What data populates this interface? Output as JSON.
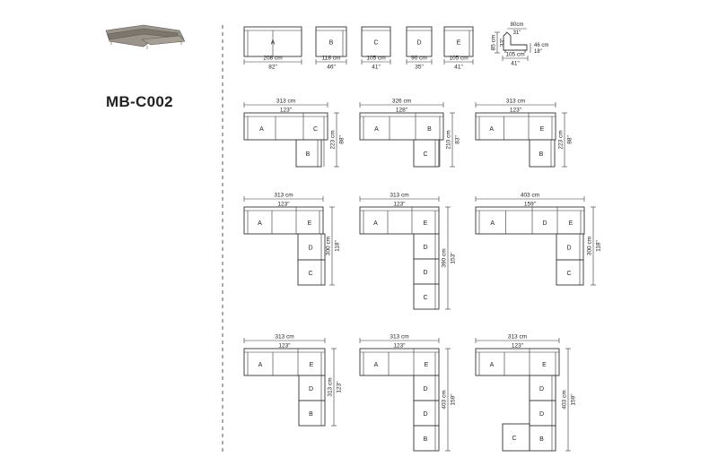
{
  "model": "MB-C002",
  "modules": [
    {
      "letter": "A",
      "cm": "208 cm",
      "inch": "82\""
    },
    {
      "letter": "B",
      "cm": "118 cm",
      "inch": "46\""
    },
    {
      "letter": "C",
      "cm": "105 cm",
      "inch": "41\""
    },
    {
      "letter": "D",
      "cm": "90 cm",
      "inch": "35\""
    },
    {
      "letter": "E",
      "cm": "105 cm",
      "inch": "41\""
    }
  ],
  "side_view": {
    "top_cm": "80cm",
    "top_in": "31\"",
    "left_cm": "85 cm",
    "left_in": "33\"",
    "right_cm": "46 cm",
    "right_in": "18\"",
    "bottom_cm": "105 cm",
    "bottom_in": "41\""
  },
  "configs": [
    {
      "w_cm": "313 cm",
      "w_in": "123\"",
      "h_cm": "223 cm",
      "h_in": "88\"",
      "top": [
        "A",
        "C"
      ],
      "col": [
        "B"
      ]
    },
    {
      "w_cm": "326 cm",
      "w_in": "128\"",
      "h_cm": "210 cm",
      "h_in": "83\"",
      "top": [
        "A",
        "B"
      ],
      "col": [
        "C"
      ]
    },
    {
      "w_cm": "313 cm",
      "w_in": "123\"",
      "h_cm": "223 cm",
      "h_in": "88\"",
      "top": [
        "A",
        "E"
      ],
      "col": [
        "B"
      ]
    },
    {
      "w_cm": "313 cm",
      "w_in": "123\"",
      "h_cm": "300 cm",
      "h_in": "118\"",
      "top": [
        "A",
        "E"
      ],
      "col": [
        "D",
        "C"
      ]
    },
    {
      "w_cm": "313 cm",
      "w_in": "123\"",
      "h_cm": "390 cm",
      "h_in": "153\"",
      "top": [
        "A",
        "E"
      ],
      "col": [
        "D",
        "D",
        "C"
      ]
    },
    {
      "w_cm": "403 cm",
      "w_in": "159\"",
      "h_cm": "300 cm",
      "h_in": "118\"",
      "top": [
        "A",
        "D",
        "E"
      ],
      "col": [
        "D",
        "C"
      ]
    },
    {
      "w_cm": "313 cm",
      "w_in": "123\"",
      "h_cm": "313 cm",
      "h_in": "123\"",
      "top": [
        "A",
        "E"
      ],
      "col": [
        "D",
        "B"
      ]
    },
    {
      "w_cm": "313 cm",
      "w_in": "123\"",
      "h_cm": "403 cm",
      "h_in": "159\"",
      "top": [
        "A",
        "E"
      ],
      "col": [
        "D",
        "D",
        "B"
      ]
    },
    {
      "w_cm": "313 cm",
      "w_in": "123\"",
      "h_cm": "403 cm",
      "h_in": "159\"",
      "top": [
        "A",
        "E"
      ],
      "col": [
        "D",
        "D",
        "B"
      ],
      "extra": "C"
    }
  ]
}
